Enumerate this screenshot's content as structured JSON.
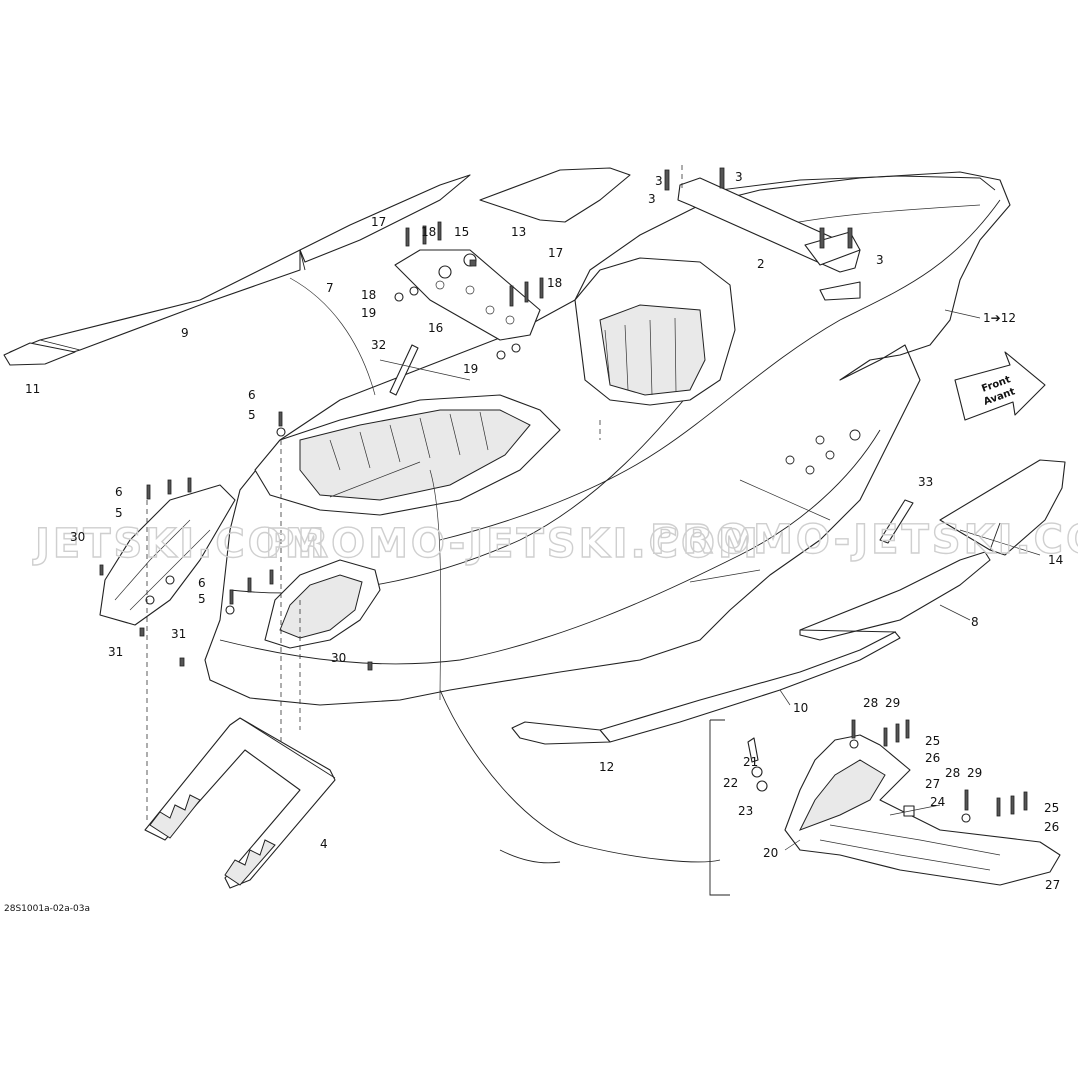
{
  "diagram": {
    "reference_code": "28S1001a-02a-03a",
    "front_arrow": {
      "line1": "Front",
      "line2": "Avant"
    },
    "watermark": [
      "JETSKI.COM",
      "PROMO-JETSKI.COM",
      "PROMO-JETSKI.COM"
    ],
    "callouts": [
      "1➔12",
      "2",
      "3",
      "3",
      "3",
      "3",
      "4",
      "5",
      "5",
      "5",
      "6",
      "6",
      "6",
      "7",
      "8",
      "9",
      "10",
      "11",
      "12",
      "13",
      "14",
      "15",
      "16",
      "17",
      "17",
      "18",
      "18",
      "18",
      "19",
      "19",
      "20",
      "21",
      "22",
      "23",
      "24",
      "25",
      "25",
      "26",
      "26",
      "27",
      "27",
      "28",
      "28",
      "29",
      "29",
      "30",
      "30",
      "31",
      "31",
      "32",
      "33"
    ]
  }
}
